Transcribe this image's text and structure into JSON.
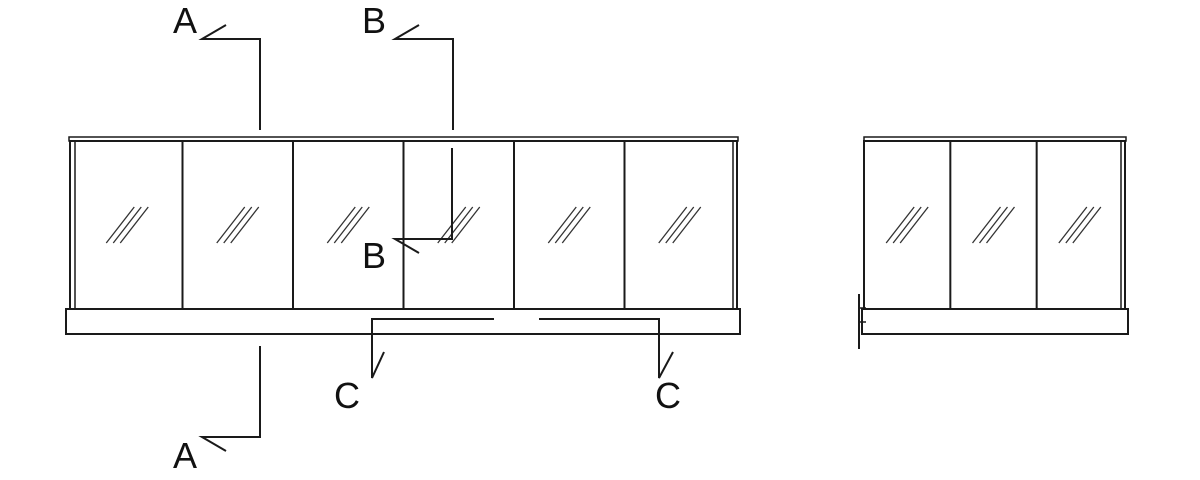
{
  "section_markers": {
    "a_top": "A",
    "a_bottom": "A",
    "b_top": "B",
    "b_bottom": "B",
    "c_left": "C",
    "c_right": "C"
  },
  "front_elevation": {
    "glass_panels": 6
  },
  "side_elevation": {
    "glass_panels": 3
  }
}
